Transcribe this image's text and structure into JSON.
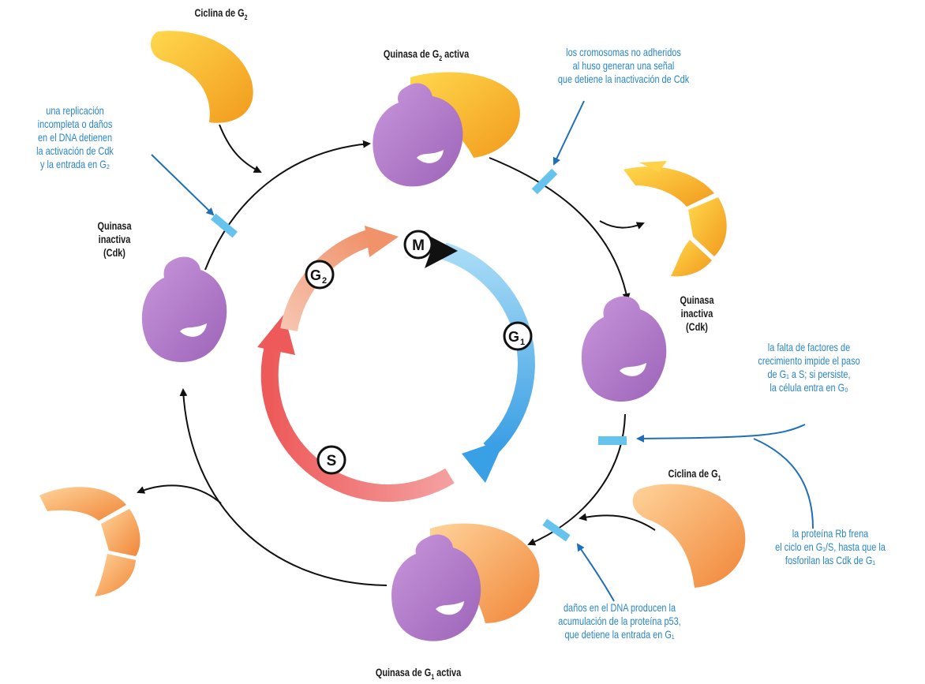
{
  "colors": {
    "kinase": "#b07ac8",
    "cyclin_light": "#ffd24a",
    "cyclin_dark": "#f39a1e",
    "cyclin_g1_light": "#ffcf8a",
    "cyclin_g1_dark": "#f08a3a",
    "note_blue": "#2a86c8",
    "checkpoint_blue": "#66c3ee",
    "arrow_m": "#6cc4f0",
    "arrow_g1": "#4aa8e8",
    "arrow_s": "#ef6a6a",
    "arrow_g2": "#f39a80"
  },
  "labels": {
    "cyclin_g2": {
      "text": "Ciclina de G",
      "sub": "2"
    },
    "kinase_g2_active": {
      "text": "Quinasa de G",
      "sub": "2",
      "after": " activa"
    },
    "kinase_inactive_left": {
      "lines": [
        "Quinasa",
        "inactiva",
        "(Cdk)"
      ]
    },
    "kinase_inactive_right": {
      "lines": [
        "Quinasa",
        "inactiva",
        "(Cdk)"
      ]
    },
    "cyclin_g1": {
      "text": "Ciclina de G",
      "sub": "1"
    },
    "kinase_g1_active": {
      "text": "Quinasa de G",
      "sub": "1",
      "after": " activa"
    }
  },
  "notes": {
    "replication": [
      "una replicación",
      "incompleta o daños",
      "en el DNA detienen",
      "la activación de Cdk",
      "y la entrada en G₂"
    ],
    "spindle": [
      "los cromosomas no adheridos",
      "al huso generan una señal",
      "que detiene la inactivación de Cdk"
    ],
    "growth_factors": [
      "la falta de factores de",
      "crecimiento impide el paso",
      "de G₁ a S; si persiste,",
      "la célula entra en G₀"
    ],
    "rb": [
      "la proteína Rb frena",
      "el ciclo en G₁/S, hasta que la",
      "fosforilan las Cdk de G₁"
    ],
    "p53": [
      "daños en el DNA producen la",
      "acumulación de la proteína p53,",
      "que detiene la entrada en G₁"
    ]
  },
  "phases": {
    "m": "M",
    "g1": "G",
    "g1_sub": "1",
    "s": "S",
    "g2": "G",
    "g2_sub": "2"
  }
}
